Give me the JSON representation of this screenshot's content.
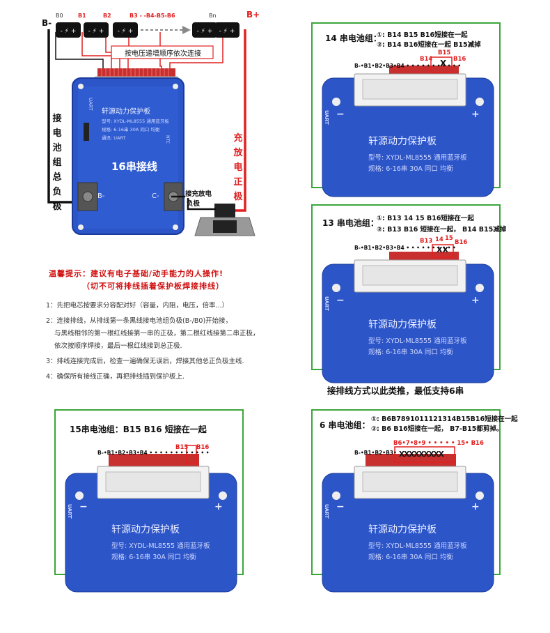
{
  "main": {
    "b_minus": "B-",
    "b_plus": "B+",
    "cell_b0": "B0",
    "cell_b1": "B1",
    "cell_b2": "B2",
    "cell_b3_b6": "B3 - -B4-B5-B6",
    "cell_bn": "Bn",
    "cell_symbol": "-/+",
    "connect_order": "按电压递增顺序依次连接",
    "left_label": "接电池组总负极",
    "right_label": "充放电正极",
    "charge_label_1": "接充放电",
    "charge_label_2": "负极",
    "board": {
      "brand": "轩源动力保护板",
      "model": "型号: XYDL-ML8555 通用蓝牙板",
      "spec": "规格: 6-16串 30A 同口 均衡",
      "comm": "通讯: UART",
      "wiring_title": "16串接线",
      "uart": "UART",
      "ntc": "NTC",
      "b_minus_pad": "B-",
      "c_minus_pad": "C-"
    }
  },
  "warning": {
    "line1": "温馨提示：建议有电子基础/动手能力的人操作!",
    "line2": "（切不可将排线插着保护板焊接排线）"
  },
  "instructions": [
    "1：先把电芯按要求分容配对好（容量，内阻，电压，倍率...）",
    "2：连接排线，从排线第一条黑线接电池组负极(B-/B0)开始接，",
    "与黑线相邻的第一根红线接第一串的正极，第二根红线接第二串正极，",
    "依次按顺序焊接，最后一根红线接到总正极.",
    "3：排线连接完成后，检查一遍确保无误后，焊接其他总正负极主线.",
    "4：确保所有接线正确，再把排线插到保护板上."
  ],
  "panels": {
    "p14": {
      "title": "14 串电池组：",
      "note1": "①: B14 B15 B16短接在一起",
      "note2": "②: B14 B16短接在一起 B15减掉",
      "seq": "B-•B1•B2•B3•B4 • • • • • • • • • • •",
      "top_tags": "B15",
      "side_tag_left": "B14",
      "side_tag_right": "B16",
      "cut": "X"
    },
    "p13": {
      "title": "13 串电池组：",
      "note1": "①: B13 14 15 B16短接在一起",
      "note2": "②: B13 B16 短接在一起， B14 B15减掉",
      "seq": "B-•B1•B2•B3•B4 • • • • • • • • • •",
      "tag_left": "B13",
      "tag_mid1": "14",
      "tag_mid2": "15",
      "tag_right": "B16",
      "cut": "XX"
    },
    "p15": {
      "title": "15串电池组：B15 B16 短接在一起",
      "seq": "B-•B1•B2•B3•B4 • • • • • • • • • • • •",
      "tag_left": "B15",
      "tag_right": "B16"
    },
    "p6": {
      "title": "6 串电池组：",
      "note1": "①: B6B7891011121314B15B16短接在一起",
      "note2": "②: B6 B16短接在一起， B7-B15都剪掉。",
      "seq": "B-•B1•B2•B3•",
      "tag_row": "B6•7•8•9 • • • • • 15• B16",
      "cut": "XXXXXXXXX"
    },
    "board": {
      "brand": "轩源动力保护板",
      "model": "型号: XYDL-ML8555 通用蓝牙板",
      "spec": "规格: 6-16串 30A 同口 均衡",
      "uart": "UART",
      "minus": "−",
      "plus": "+"
    }
  },
  "center_note": "接排线方式以此类推，最低支持6串",
  "colors": {
    "green_frame": "#3aa63a",
    "wire_red": "#e02020",
    "board_blue": "#2c55c8",
    "warn_red": "#d01010"
  }
}
